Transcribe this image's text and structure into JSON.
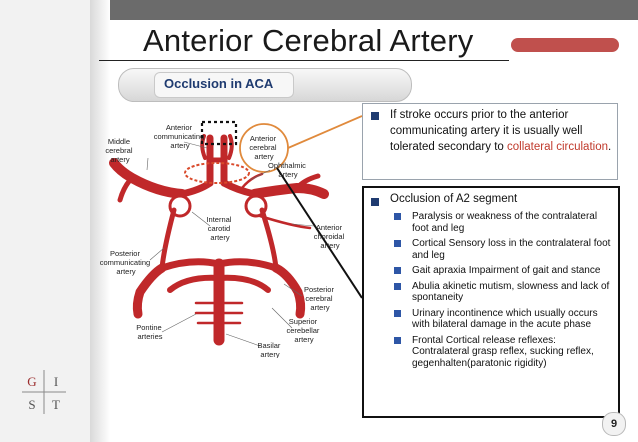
{
  "slide": {
    "title": "Anterior Cerebral Artery",
    "subtitle": "Occlusion in ACA",
    "page_number": "9",
    "accent_color": "#c0504d"
  },
  "bullet1": {
    "text_before": "If stroke occurs prior to the anterior communicating artery it is usually well tolerated secondary to ",
    "highlight": "collateral circulation",
    "text_after": "."
  },
  "bullet2": {
    "heading": "Occlusion of A2 segment",
    "items": [
      "Paralysis or weakness of the contralateral foot and leg",
      "Cortical Sensory loss in the contralateral foot and leg",
      "Gait apraxia Impairment of gait and stance",
      "Abulia akinetic mutism, slowness and lack of spontaneity",
      "Urinary incontinence which usually occurs with bilateral damage in the acute phase",
      "Frontal Cortical release reflexes: Contralateral grasp reflex, sucking reflex, gegenhalten(paratonic rigidity)"
    ]
  },
  "diagram": {
    "labels": {
      "anterior_communicating": [
        "Anterior",
        "communicating",
        "artery"
      ],
      "anterior_cerebral": [
        "Anterior",
        "cerebral",
        "artery"
      ],
      "middle_cerebral": [
        "Middle",
        "cerebral",
        "artery"
      ],
      "ophthalmic": [
        "Ophthalmic",
        "artery"
      ],
      "internal_carotid": [
        "Internal",
        "carotid",
        "artery"
      ],
      "anterior_choroidal": [
        "Anterior",
        "choroidal",
        "artery"
      ],
      "posterior_communicating": [
        "Posterior",
        "communicating",
        "artery"
      ],
      "posterior_cerebral": [
        "Posterior",
        "cerebral",
        "artery"
      ],
      "superior_cerebellar": [
        "Superior",
        "cerebellar",
        "artery"
      ],
      "pontine": [
        "Pontine",
        "arteries"
      ],
      "basilar": [
        "Basilar",
        "artery"
      ]
    }
  },
  "logo": {
    "letters": [
      "G",
      "I",
      "S",
      "T"
    ]
  }
}
